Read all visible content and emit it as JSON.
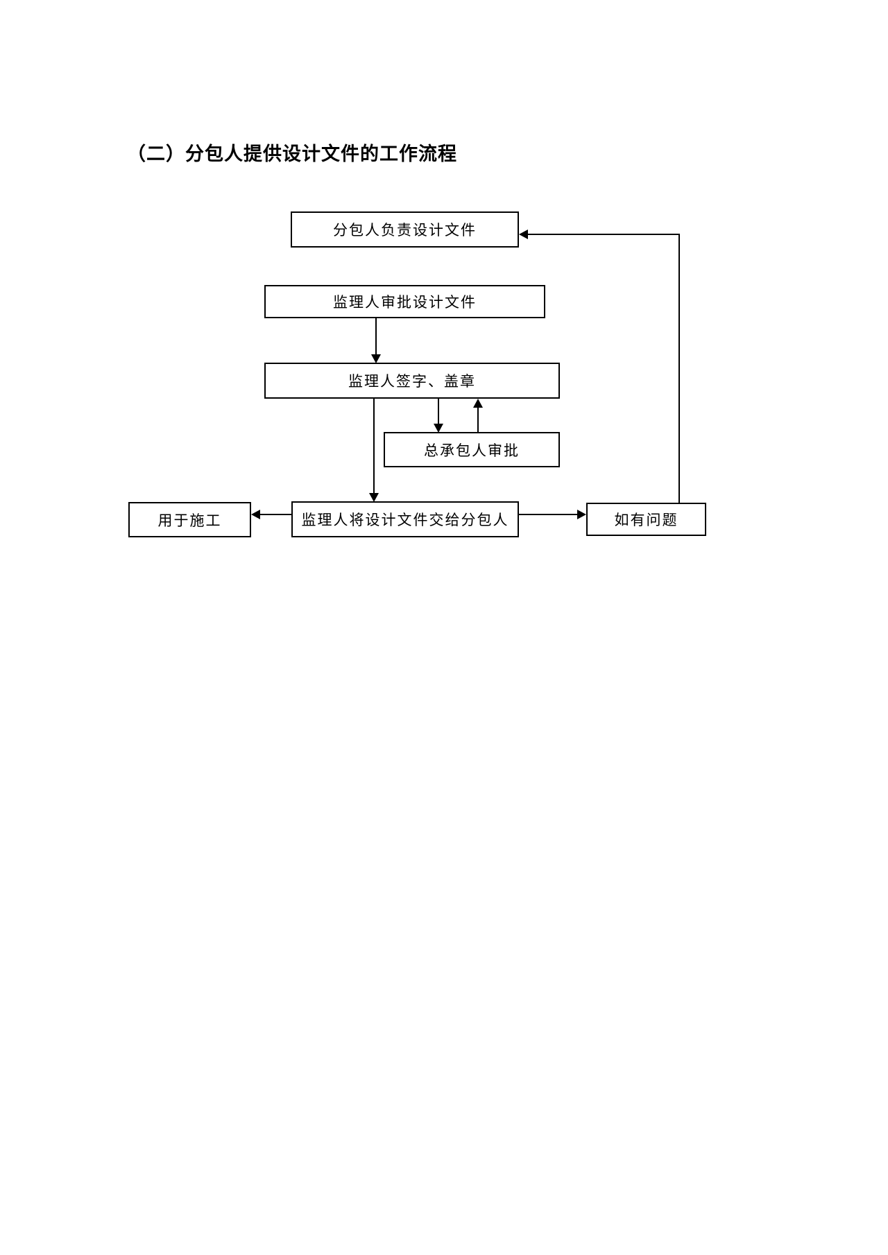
{
  "page": {
    "title": "（二）分包人提供设计文件的工作流程",
    "background_color": "#ffffff",
    "line_color": "#000000",
    "text_color": "#000000"
  },
  "flowchart": {
    "nodes": [
      {
        "id": "subcontractor-designs",
        "label": "分包人负责设计文件"
      },
      {
        "id": "supervisor-reviews",
        "label": "监理人审批设计文件"
      },
      {
        "id": "supervisor-signs",
        "label": "监理人签字、盖章"
      },
      {
        "id": "general-contractor-reviews",
        "label": "总承包人审批"
      },
      {
        "id": "supervisor-delivers",
        "label": "监理人将设计文件交给分包人"
      },
      {
        "id": "used-for-construction",
        "label": "用于施工"
      },
      {
        "id": "if-problems",
        "label": "如有问题"
      }
    ],
    "edges": [
      {
        "from": "监理人审批设计文件",
        "to": "监理人签字、盖章",
        "direction": "down"
      },
      {
        "from": "监理人签字、盖章",
        "to": "总承包人审批",
        "direction": "down"
      },
      {
        "from": "总承包人审批",
        "to": "监理人签字、盖章",
        "direction": "up"
      },
      {
        "from": "监理人签字、盖章",
        "to": "监理人将设计文件交给分包人",
        "direction": "down"
      },
      {
        "from": "监理人将设计文件交给分包人",
        "to": "用于施工",
        "direction": "left"
      },
      {
        "from": "监理人将设计文件交给分包人",
        "to": "如有问题",
        "direction": "right"
      },
      {
        "from": "如有问题",
        "to": "分包人负责设计文件",
        "direction": "up-left-feedback"
      }
    ]
  }
}
